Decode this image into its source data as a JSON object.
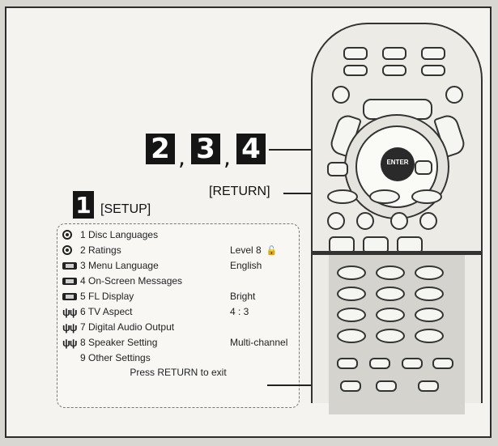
{
  "steps": {
    "step2": "2",
    "step3": "3",
    "step4": "4",
    "comma": ",",
    "step1": "1"
  },
  "labels": {
    "return": "[RETURN]",
    "setup": "[SETUP]"
  },
  "menu": {
    "items": [
      {
        "label": "1 Disc Languages",
        "value": "",
        "icon": "disc-icon"
      },
      {
        "label": "2 Ratings",
        "value": "Level  8",
        "icon": "disc-icon",
        "extra": "lock-icon"
      },
      {
        "label": "3 Menu Language",
        "value": "English",
        "icon": "tape-icon"
      },
      {
        "label": "4 On-Screen Messages",
        "value": "",
        "icon": "tape-icon"
      },
      {
        "label": "5 FL Display",
        "value": "Bright",
        "icon": "tape-icon"
      },
      {
        "label": "6 TV Aspect",
        "value": "4 : 3",
        "icon": "speaker-icon"
      },
      {
        "label": "7 Digital Audio Output",
        "value": "",
        "icon": "speaker-icon"
      },
      {
        "label": "8 Speaker Setting",
        "value": "Multi-channel",
        "icon": "speaker-icon"
      },
      {
        "label": "9 Other Settings",
        "value": "",
        "icon": ""
      }
    ],
    "footer": "Press RETURN to exit"
  },
  "remote": {
    "enter_label": "ENTER"
  }
}
